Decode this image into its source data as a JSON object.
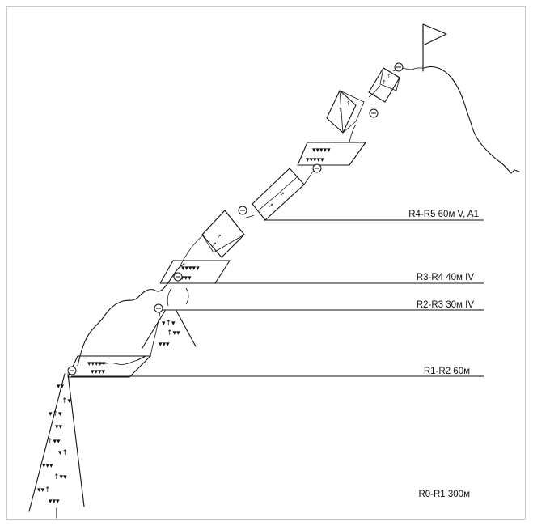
{
  "topo": {
    "labels": {
      "r0_r1": "R0-R1 300м",
      "r1_r2": "R1-R2 60м",
      "r2_r3": "R2-R3 30м IV",
      "r3_r4": "R3-R4 40м IV",
      "r4_r5": "R4-R5 60м V, A1"
    },
    "legend_symbols": {
      "anchor": "anchor-station-icon",
      "scree": "scree-triangles-icon",
      "direction": "arrow-up-icon",
      "summit": "summit-flag-icon"
    },
    "colors": {
      "ink": "#111111",
      "paper": "#ffffff",
      "frame": "#c9c9c9"
    }
  }
}
